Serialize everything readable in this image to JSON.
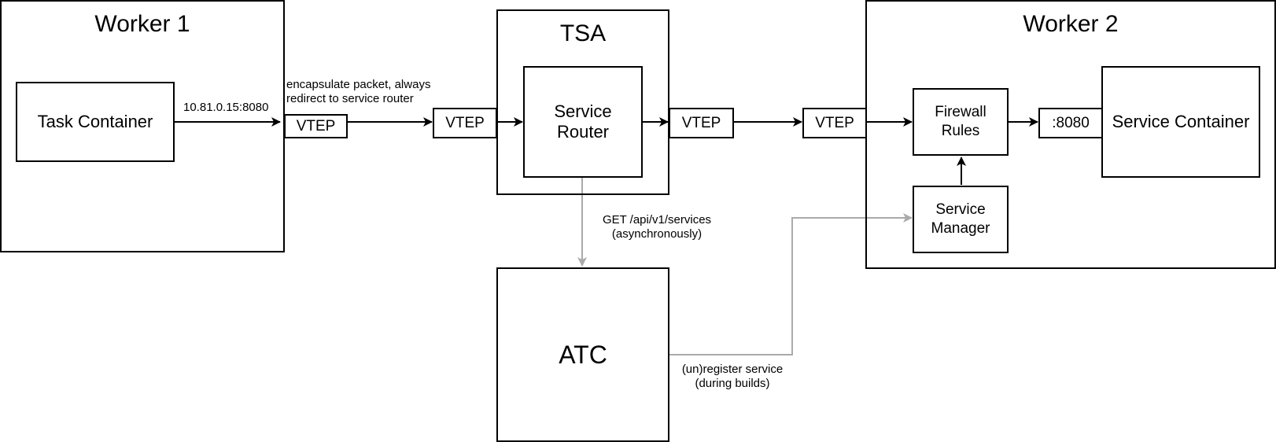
{
  "worker1": {
    "title": "Worker 1",
    "task_container": "Task Container",
    "ip_label": "10.81.0.15:8080"
  },
  "encap_note": "encapsulate packet, always\nredirect to service router",
  "vteps": [
    "VTEP",
    "VTEP",
    "VTEP",
    "VTEP"
  ],
  "tsa": {
    "title": "TSA",
    "service_router": "Service\nRouter"
  },
  "get_note": "GET /api/v1/services\n(asynchronously)",
  "atc": {
    "title": "ATC"
  },
  "register_note": "(un)register service\n(during builds)",
  "worker2": {
    "title": "Worker 2",
    "firewall_rules": "Firewall\nRules",
    "service_manager": "Service\nManager",
    "port_label": ":8080",
    "service_container": "Service Container"
  },
  "colors": {
    "line": "#000000",
    "async_line": "#aaaaaa",
    "background": "#ffffff"
  }
}
